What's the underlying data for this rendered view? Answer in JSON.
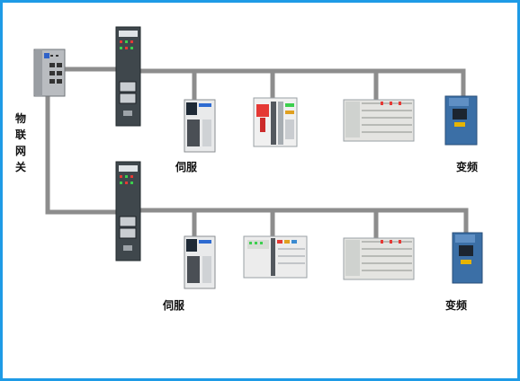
{
  "gateway_label": "物联网关",
  "row1": {
    "servo_label": "伺服",
    "vfd_label": "变频"
  },
  "row2": {
    "servo_label": "伺服",
    "vfd_label": "变频"
  },
  "colors": {
    "frame": "#1e9be6",
    "bus": "#8d8d8d",
    "led_green": "#3ccf4e",
    "led_red": "#e53935",
    "vfd_blue": "#3b6fa6"
  }
}
